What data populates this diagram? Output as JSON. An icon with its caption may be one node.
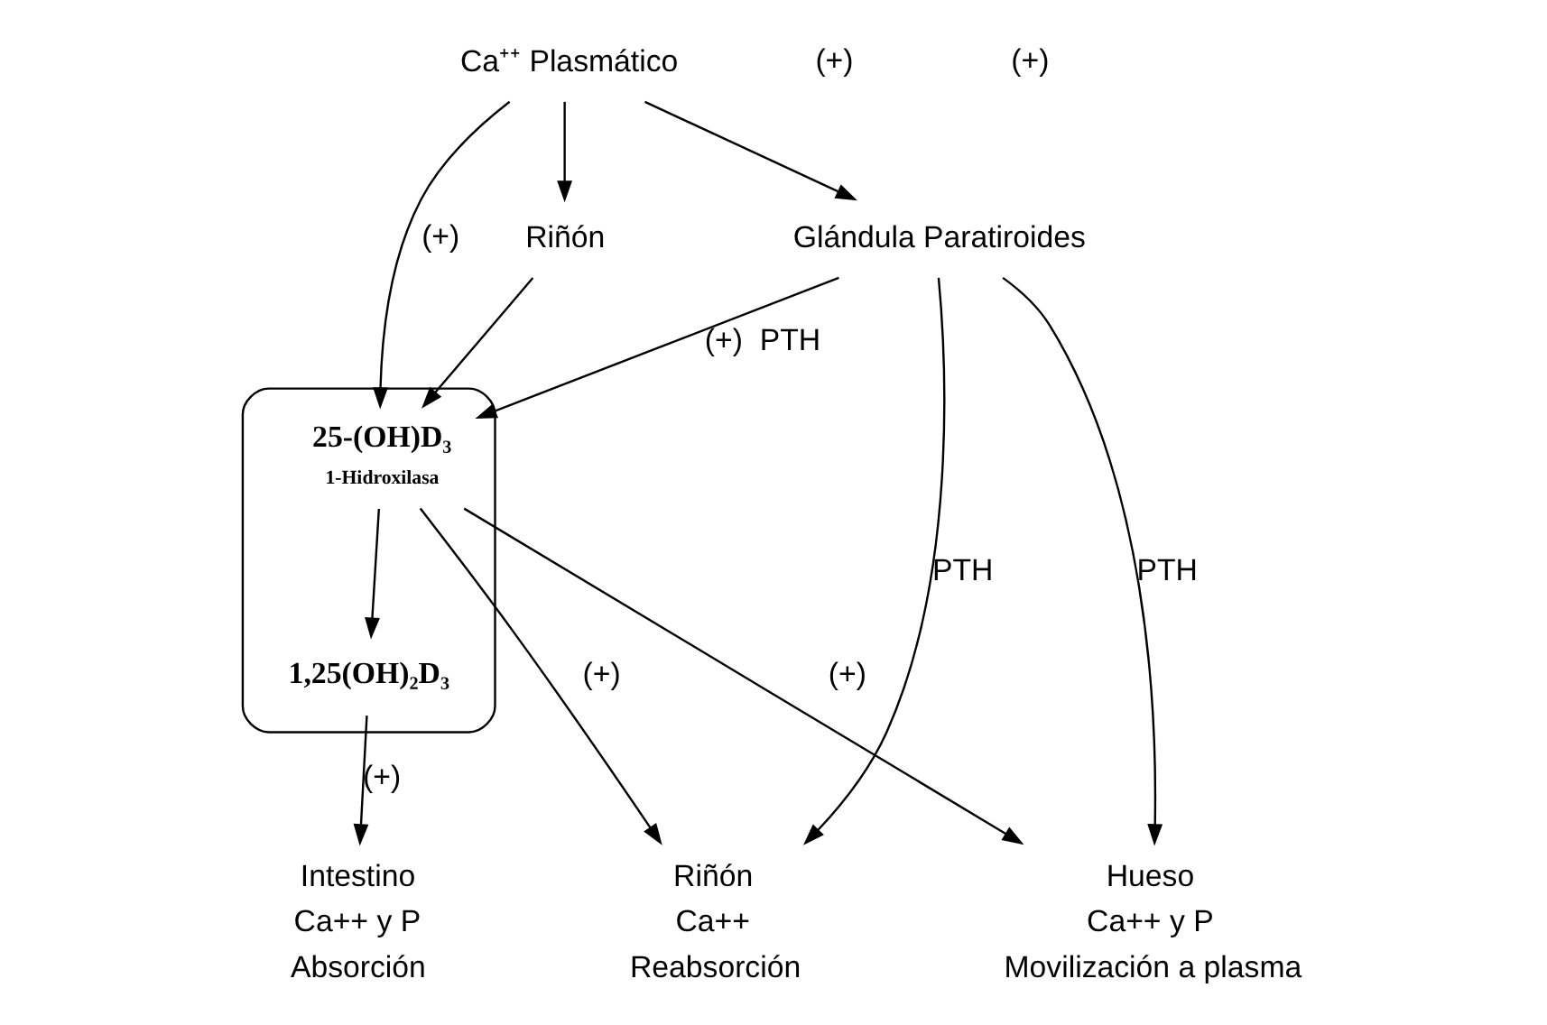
{
  "diagram": {
    "nodes": [
      {
        "text": [
          "Ca⁺⁺ Plasmático"
        ]
      },
      {
        "text": [
          "Riñón"
        ]
      },
      {
        "text": [
          "Glándula Paratiroides"
        ]
      },
      {
        "text": [],
        "shape": "hexagon"
      },
      {
        "text": [
          "25-(OH)D₃"
        ],
        "beside": [
          "1-Hidroxilasa"
        ],
        "in": 3
      },
      {
        "text": [
          "1,25(OH)₂D₃"
        ],
        "in": 3
      },
      {
        "text": [
          "Intestino",
          "Ca++ y P",
          "Absorción"
        ]
      },
      {
        "text": [
          "Riñón",
          "Ca++",
          "Reabsorción"
        ]
      },
      {
        "text": [
          "Hueso",
          "Ca++ y P",
          "Movilización a plasma"
        ]
      }
    ],
    "edges": [
      {
        "from": 0,
        "to": 1,
        "arrow": "to"
      },
      {
        "from": 0,
        "to": 4,
        "arrow": "to",
        "label": "(+)"
      },
      {
        "from": 0,
        "to": 2,
        "arrow": "to"
      },
      {
        "from": 2,
        "to": 4,
        "arrow": "to",
        "label": "(+)  PTH"
      },
      {
        "from": 2,
        "to": 7,
        "arrow": "to",
        "label": "PTH"
      },
      {
        "from": 2,
        "to": 8,
        "arrow": "to",
        "label": "PTH"
      },
      {
        "from": 1,
        "to": 4,
        "arrow": "to"
      },
      {
        "from": 4,
        "to": 5,
        "arrow": "to"
      },
      {
        "from": 4,
        "to": 8,
        "arrow": "to",
        "label": "(+)"
      },
      {
        "from": 4,
        "to": 7,
        "arrow": "to",
        "label": "(+)"
      },
      {
        "from": 5,
        "to": 6,
        "arrow": "to",
        "label": "(+)"
      }
    ],
    "labels": [
      "(+)",
      "(+)"
    ]
  }
}
